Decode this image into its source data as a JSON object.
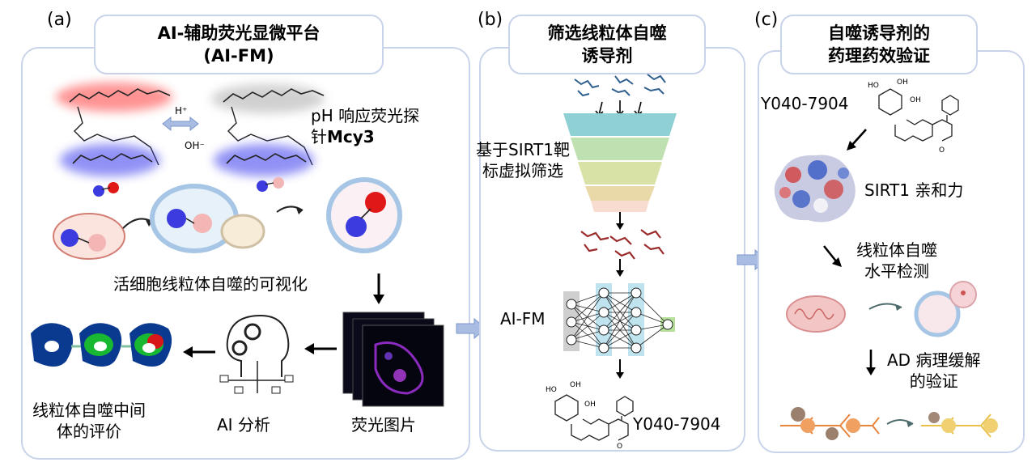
{
  "panels": {
    "a": {
      "label": "(a)",
      "title_line1": "AI-辅助荧光显微平台",
      "title_line2": "(AI-FM)",
      "probe_label_line1": "pH 响应荧光探",
      "probe_label_line2_prefix": "针",
      "probe_label_line2_bold": "Mcy3",
      "h_plus": "H⁺",
      "oh_minus": "OH⁻",
      "visualization_label": "活细胞线粒体自噬的可视化",
      "images_label": "荧光图片",
      "ai_label": "AI 分析",
      "eval_line1": "线粒体自噬中间",
      "eval_line2": "体的评价"
    },
    "b": {
      "label": "(b)",
      "title_line1": "筛选线粒体自噬",
      "title_line2": "诱导剂",
      "screen_line1": "基于SIRT1靶",
      "screen_line2": "标虚拟筛选",
      "aifm_label": "AI-FM",
      "compound": "Y040-7904"
    },
    "c": {
      "label": "(c)",
      "title_line1": "自噬诱导剂的",
      "title_line2": "药理药效验证",
      "compound": "Y040-7904",
      "affinity": "SIRT1 亲和力",
      "detect_line1": "线粒体自噬",
      "detect_line2": "水平检测",
      "ad_line1": "AD 病理缓解",
      "ad_line2": "的验证"
    }
  },
  "colors": {
    "panel_border": "#c9d3ea",
    "arrow_fill": "#a9bde3",
    "probe_blue": "#3b3bdf",
    "probe_red": "#e01818",
    "probe_pink": "#f4b5b5",
    "funnel": [
      "#8fd0d4",
      "#bfe0b0",
      "#d9e2a6",
      "#ead9a8",
      "#f8dcd0"
    ]
  }
}
